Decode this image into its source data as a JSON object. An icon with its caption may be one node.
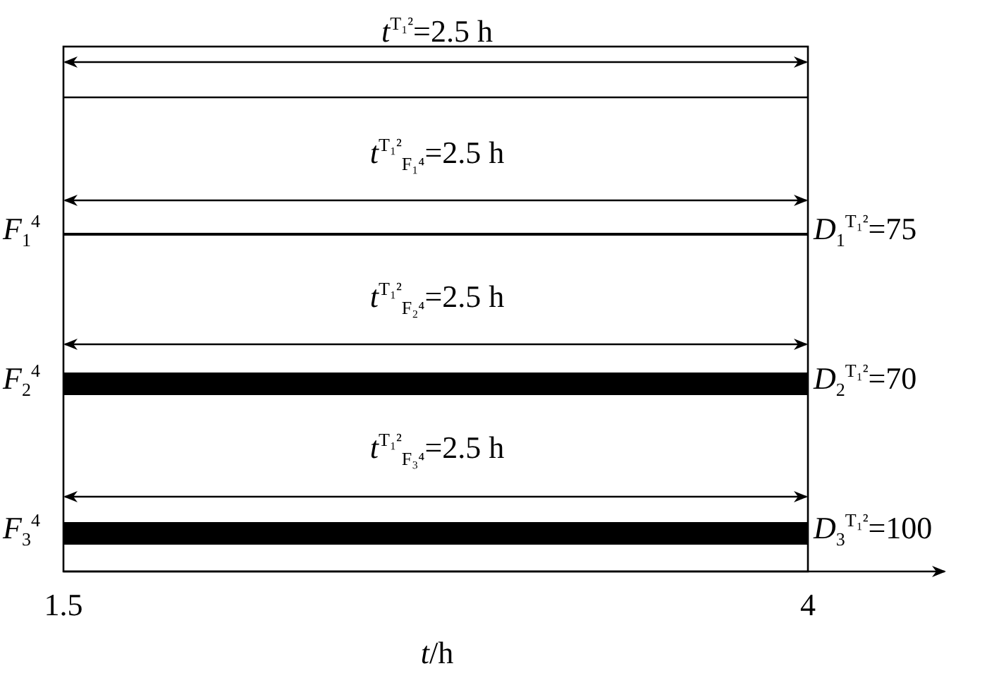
{
  "diagram": {
    "nodes": [
      {
        "text": [],
        "shape": "bar",
        "beside": [
          "*F*$_{1}$$^{4}$",
          "*D*$_{1}$$^{T₁²}$=75"
        ]
      },
      {
        "text": [],
        "shape": "bar",
        "beside": [
          "*F*$_{2}$$^{4}$",
          "*D*$_{2}$$^{T₁²}$=70"
        ]
      },
      {
        "text": [],
        "shape": "bar",
        "beside": [
          "*F*$_{3}$$^{4}$",
          "*D*$_{3}$$^{T₁²}$=100"
        ]
      }
    ],
    "edges": [],
    "labels": [
      "*t*$^{T₁²}$=2.5 h",
      "*t*$^{T₁²}$$_{F₁⁴}$=2.5 h",
      "*t*$^{T₁²}$$_{F₂⁴}$=2.5 h",
      "*t*$^{T₁²}$$_{F₃⁴}$=2.5 h",
      "1.5",
      "4",
      "*t*/h"
    ]
  }
}
